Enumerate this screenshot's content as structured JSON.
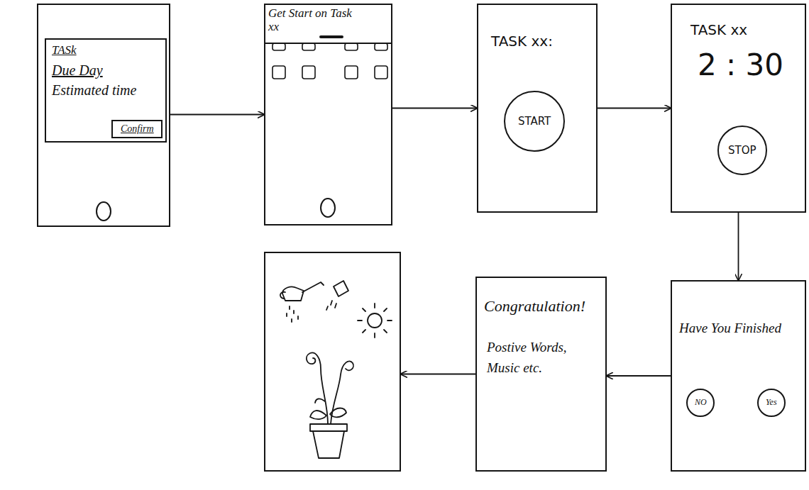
{
  "diagram": {
    "nodes": [
      {
        "text": []
      },
      {
        "text": [
          "TASk",
          "Due Day",
          "Estimated time"
        ],
        "in": 0
      },
      {
        "text": [
          "Confirm"
        ],
        "in": 1
      },
      {
        "text": []
      },
      {
        "text": [
          "Get Start on Task xx"
        ],
        "in": 3
      },
      {
        "text": [
          "TASK xx:"
        ]
      },
      {
        "text": [
          "START"
        ],
        "in": 5
      },
      {
        "text": [
          "TASK xx",
          "2 : 30"
        ]
      },
      {
        "text": [
          "STOP"
        ],
        "in": 7
      },
      {
        "text": [
          "Have You Finished"
        ]
      },
      {
        "text": [
          "NO"
        ],
        "in": 9
      },
      {
        "text": [
          "Yes"
        ],
        "in": 9
      },
      {
        "text": [
          "Congratulation!",
          "Postive Words, Music etc."
        ]
      },
      {
        "text": []
      }
    ],
    "edges": [
      {
        "from": 0,
        "to": 3,
        "arrow": "to"
      },
      {
        "from": 3,
        "to": 5,
        "arrow": "to"
      },
      {
        "from": 5,
        "to": 7,
        "arrow": "to"
      },
      {
        "from": 7,
        "to": 9,
        "arrow": "to"
      },
      {
        "from": 9,
        "to": 12,
        "arrow": "to"
      },
      {
        "from": 12,
        "to": 13,
        "arrow": "to"
      }
    ]
  }
}
